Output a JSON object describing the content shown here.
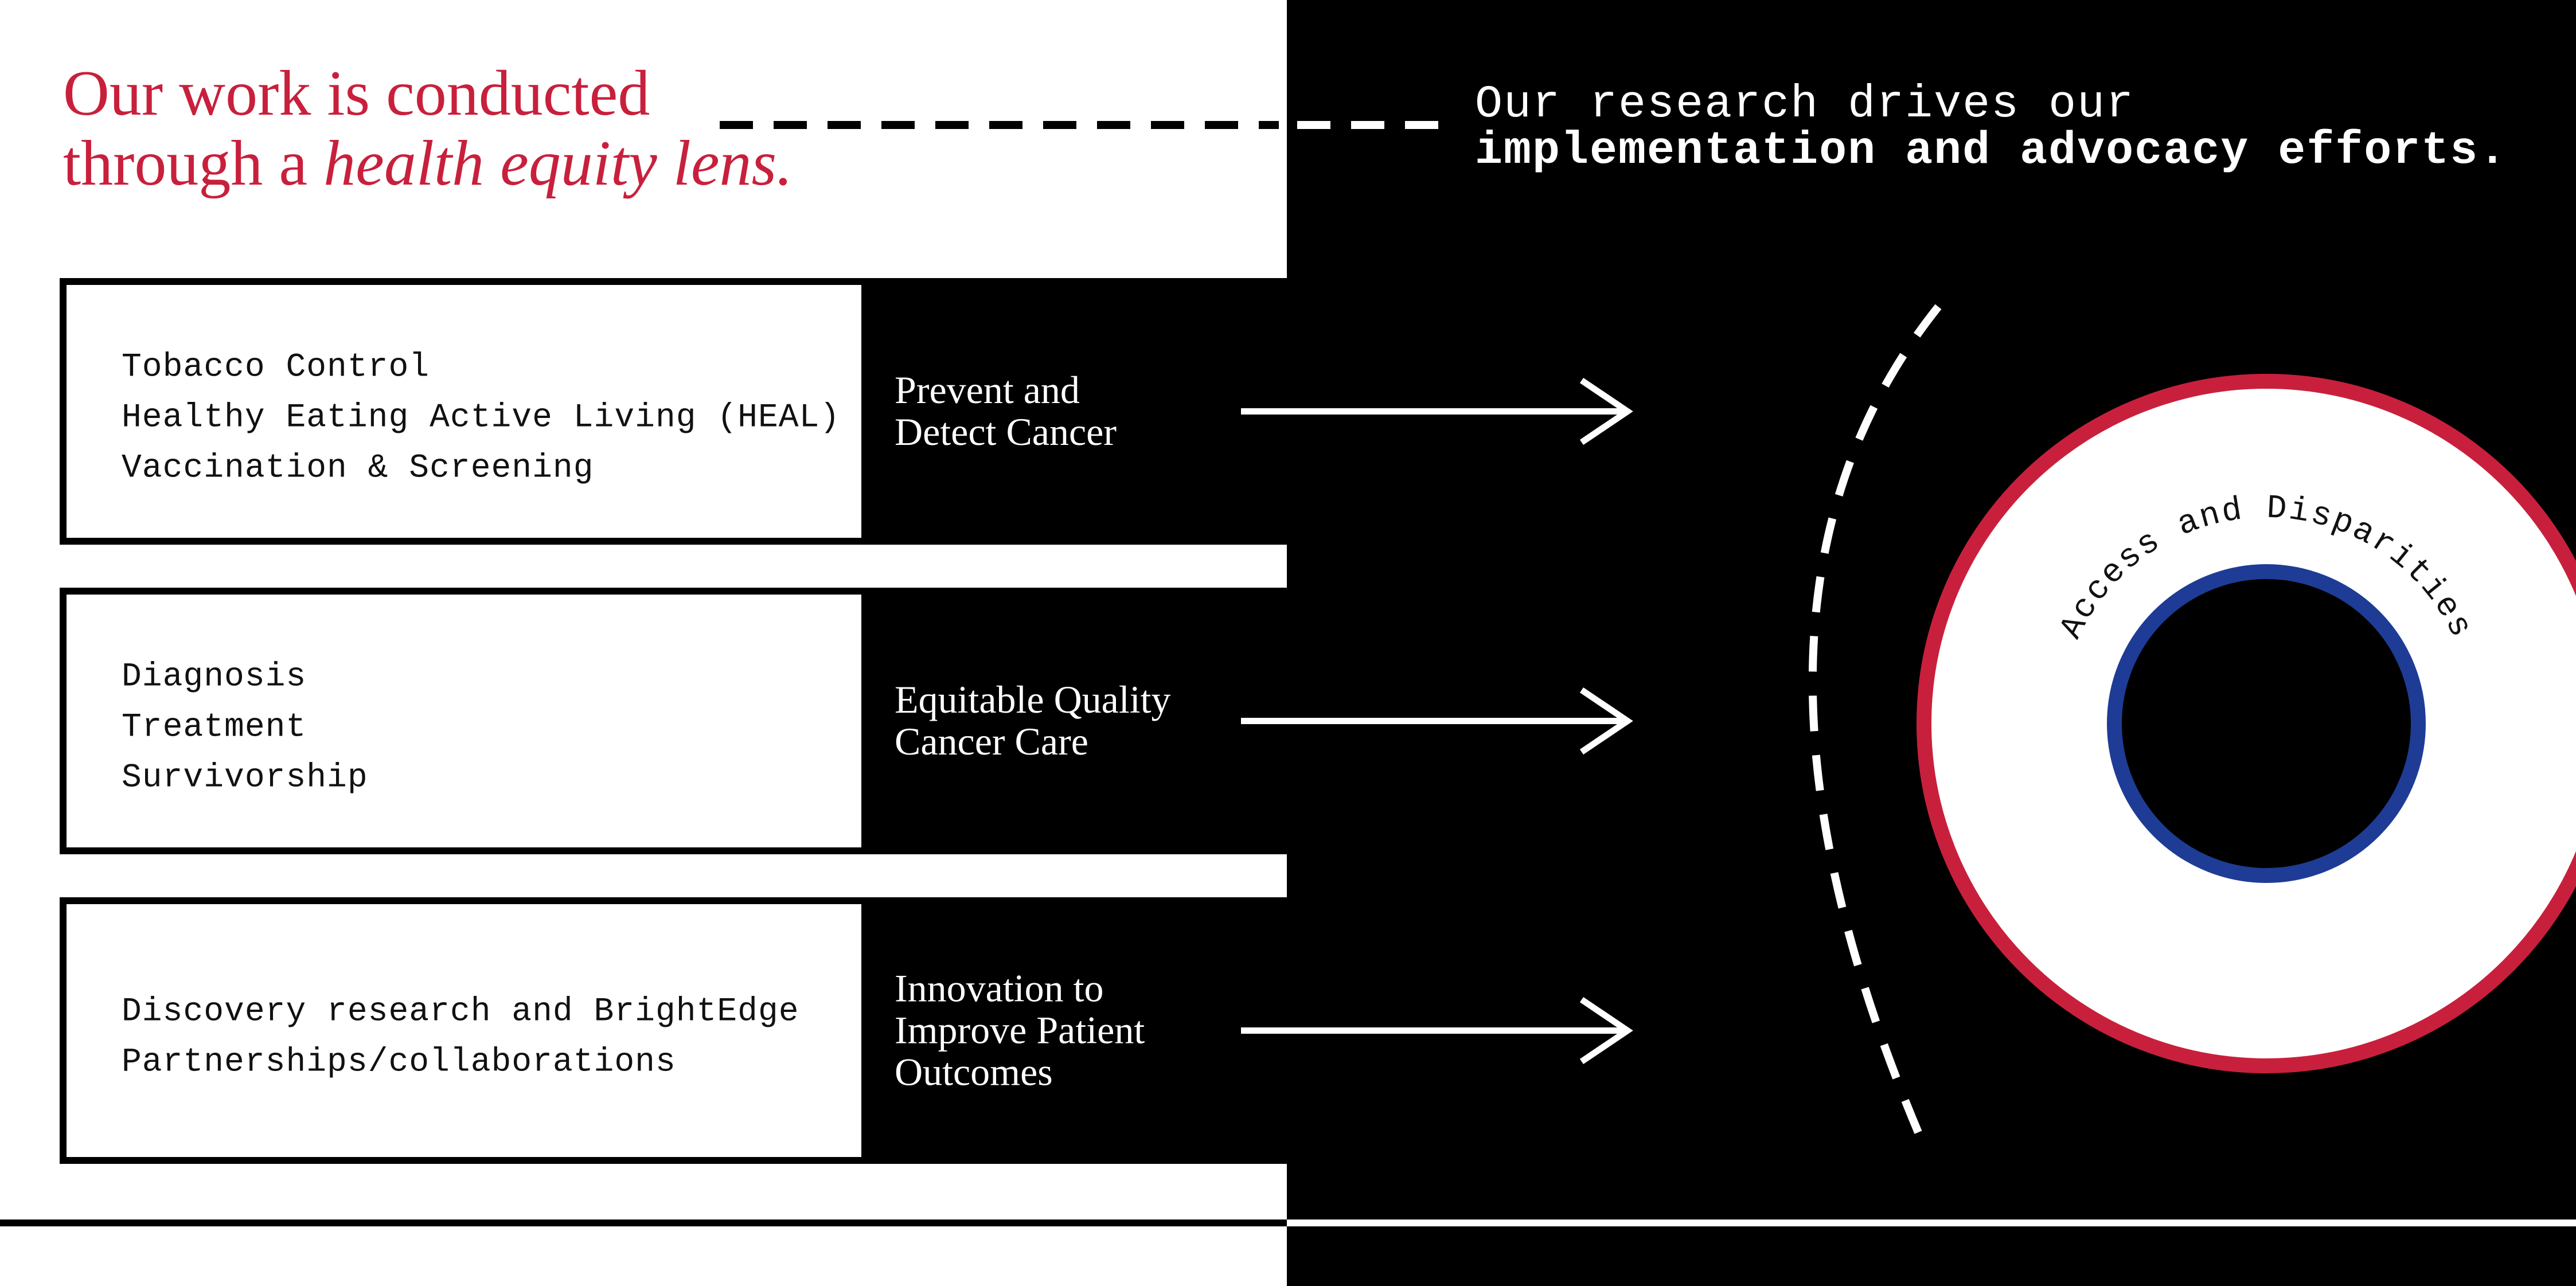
{
  "colors": {
    "background": "#ffffff",
    "panel": "#000000",
    "accent_red": "#c8203c",
    "accent_blue": "#1e3c96",
    "text_dark": "#111111",
    "text_light": "#ffffff"
  },
  "headline": {
    "line1": "Our work is conducted",
    "line2_plain": "through a ",
    "line2_italic": "health equity lens."
  },
  "research": {
    "line1": "Our research drives our",
    "line2": "implementation and advocacy efforts."
  },
  "pillars": [
    {
      "items": [
        "Tobacco Control",
        "Healthy Eating Active Living (HEAL)",
        "Vaccination & Screening"
      ],
      "label_lines": [
        "Prevent and",
        "Detect Cancer"
      ]
    },
    {
      "items": [
        "Diagnosis",
        "Treatment",
        "Survivorship"
      ],
      "label_lines": [
        "Equitable Quality",
        "Cancer Care"
      ]
    },
    {
      "items": [
        "Discovery research and BrightEdge",
        "Partnerships/collaborations"
      ],
      "label_lines": [
        "Innovation to",
        "Improve Patient",
        "Outcomes"
      ]
    }
  ],
  "ring": {
    "label": "Access and Disparities"
  },
  "icons": {
    "arrow": "arrow-right-icon",
    "connector": "dashed-connector",
    "arc": "dashed-arc"
  }
}
